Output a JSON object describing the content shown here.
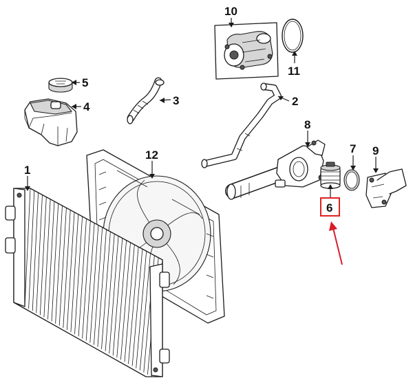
{
  "callouts": [
    {
      "id": "1",
      "label": "1"
    },
    {
      "id": "2",
      "label": "2"
    },
    {
      "id": "3",
      "label": "3"
    },
    {
      "id": "4",
      "label": "4"
    },
    {
      "id": "5",
      "label": "5"
    },
    {
      "id": "6",
      "label": "6",
      "highlighted": true
    },
    {
      "id": "7",
      "label": "7"
    },
    {
      "id": "8",
      "label": "8"
    },
    {
      "id": "9",
      "label": "9"
    },
    {
      "id": "10",
      "label": "10"
    },
    {
      "id": "11",
      "label": "11"
    },
    {
      "id": "12",
      "label": "12"
    }
  ],
  "highlight": {
    "target": "6",
    "box_color": "#e02020",
    "arrow_color": "#d81e2a"
  },
  "line_color": "#1a1a1a"
}
